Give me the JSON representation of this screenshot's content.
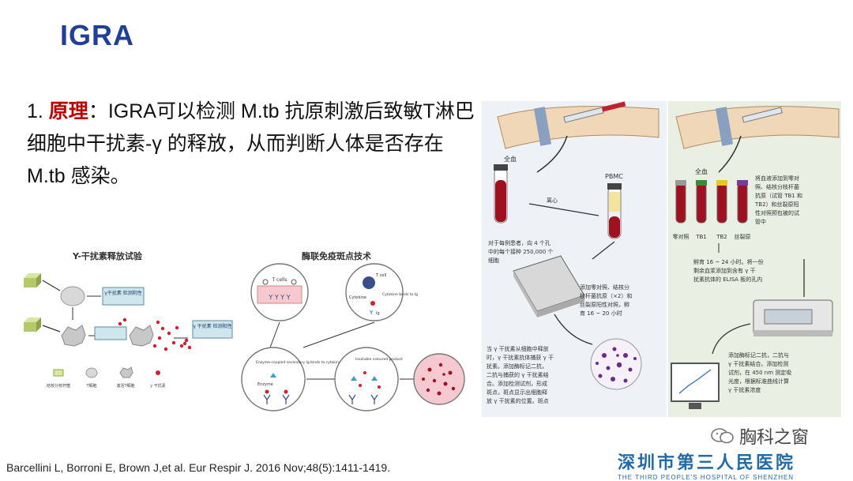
{
  "slide": {
    "title": "IGRA",
    "principle_number": "1. ",
    "principle_label": "原理",
    "principle_colon": "：",
    "principle_text": "IGRA可以检测 M.tb 抗原刺激后致敏T淋巴细胞中干扰素-γ 的释放，从而判断人体是否存在M.tb 感染。",
    "citation": "Barcellini L, Borroni E, Brown J,et al. Eur Respir J. 2016 Nov;48(5):1411-1419."
  },
  "figure_left": {
    "panel_a_title": "Y-干扰素释放试验",
    "panel_b_title": "酶联免疫斑点技术",
    "result_negative": "γ干扰素 检测阴性",
    "result_positive": "γ 干扰素 检测阳性",
    "t_cells": "T cells",
    "t_cell": "T cell",
    "cytokine": "Cytokine",
    "cytokine_binds": "Cytokine binds to Ig",
    "ig": "Ig",
    "enzyme_coupled": "Enzyme-coupled secondary Ig binds to cytokine",
    "enzyme": "Enzyme",
    "insoluble": "Insoluble coloured product",
    "legend_items": [
      "结核分枝杆菌",
      "T细胞",
      "激活T细胞",
      "γ 干扰素"
    ]
  },
  "figure_right": {
    "whole_blood_1": "全血",
    "pbmc": "PBMC",
    "centrifuge": "离心",
    "step1": "对于每例患者，向 4 个孔中的每个接种 250,000 个细胞",
    "step2": "添加零对照、结核分枝杆菌抗原（×2）和丝裂原阳性对照，孵育 16 ~ 20 小时",
    "step3": "当 γ 干扰素从细胞中释放时，γ 干扰素抗体捕获 γ 干扰素。添加酶标记二抗，二抗与捕获的 γ 干扰素结合。添加检测试剂，形成斑点，斑点显示出细胞释放 γ 干扰素的位置。斑点",
    "whole_blood_2": "全血",
    "tube_labels": [
      "零对照",
      "TB1",
      "TB2",
      "丝裂原"
    ],
    "step4": "将血液添加到零对照、结核分枝杆菌抗原（试管 TB1 和 TB2）和丝裂原阳性对照预包被的试管中",
    "step5": "孵育 16 ~ 24 小时。将一份剩余血浆添加到含有 γ 干扰素抗体的 ELISA 板的孔内",
    "step6": "添加酶标记二抗，二抗与 γ 干扰素结合。添加检测试剂，在 450 nm 测定吸光度，根据标准曲线计算 γ 干扰素浓度"
  },
  "branding": {
    "watermark": "胸科之窗",
    "hospital_cn": "深圳市第三人民医院",
    "hospital_en": "THE THIRD PEOPLE'S HOSPITAL OF SHENZHEN"
  },
  "colors": {
    "title": "#1f3f99",
    "highlight": "#c00000",
    "hospital": "#1f6aa8"
  },
  "icons": {
    "watermark_icon": "wechat-icon"
  }
}
